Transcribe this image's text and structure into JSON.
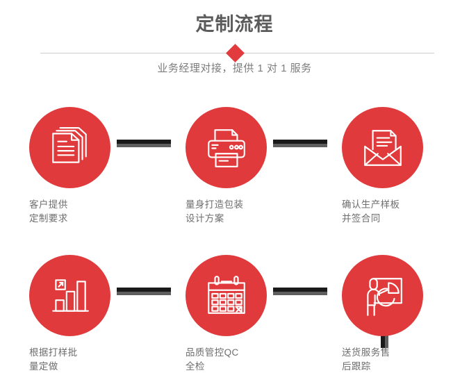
{
  "header": {
    "title": "定制流程",
    "subtitle": "业务经理对接，提供 1 对 1 服务",
    "diamond_icon": "diamond-marker",
    "title_color": "#5b5b5b",
    "accent_color": "#e23b3e",
    "divider_color": "#cfcfcf"
  },
  "flow": {
    "accent_color": "#e03a3c",
    "connector_dark": "#1a1a1a",
    "connector_light": "#5e5e5e",
    "label_color": "#6e6e6e",
    "steps": [
      {
        "index": 1,
        "icon": "documents-stack-icon",
        "label_line1": "客户提供",
        "label_line2": "定制要求"
      },
      {
        "index": 2,
        "icon": "printer-icon",
        "label_line1": "量身打造包装",
        "label_line2": "设计方案"
      },
      {
        "index": 3,
        "icon": "envelope-letter-icon",
        "label_line1": "确认生产样板",
        "label_line2": "并签合同"
      },
      {
        "index": 4,
        "icon": "bar-chart-growth-icon",
        "label_line1": "根据打样批",
        "label_line2": "量定做"
      },
      {
        "index": 5,
        "icon": "calendar-check-icon",
        "label_line1": "品质管控QC",
        "label_line2": "全检"
      },
      {
        "index": 6,
        "icon": "presentation-person-icon",
        "label_line1": "送货服务售",
        "label_line2": "后跟踪"
      }
    ]
  }
}
